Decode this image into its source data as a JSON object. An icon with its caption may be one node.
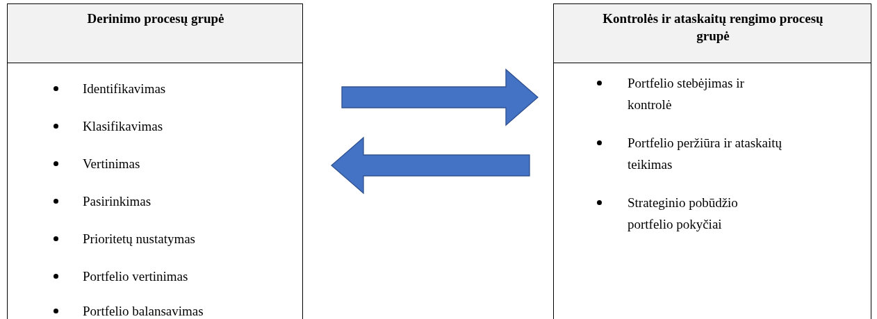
{
  "diagram": {
    "nodes": [
      {
        "text": [
          "Derinimo procesų grupė",
          "Identifikavimas",
          "Klasifikavimas",
          "Vertinimas",
          "Pasirinkimas",
          "Prioritetų nustatymas",
          "Portfelio vertinimas",
          "Portfelio balansavimas"
        ]
      },
      {
        "text": [
          "Kontrolės ir ataskaitų rengimo procesų grupė",
          "Portfelio stebėjimas ir kontrolė",
          "Portfelio peržiūra ir ataskaitų teikimas",
          "Strateginio pobūdžio portfelio pokyčiai"
        ]
      }
    ],
    "edges": [
      {
        "from": 0,
        "to": 1,
        "arrow": "to"
      },
      {
        "from": 1,
        "to": 0,
        "arrow": "to"
      }
    ]
  }
}
